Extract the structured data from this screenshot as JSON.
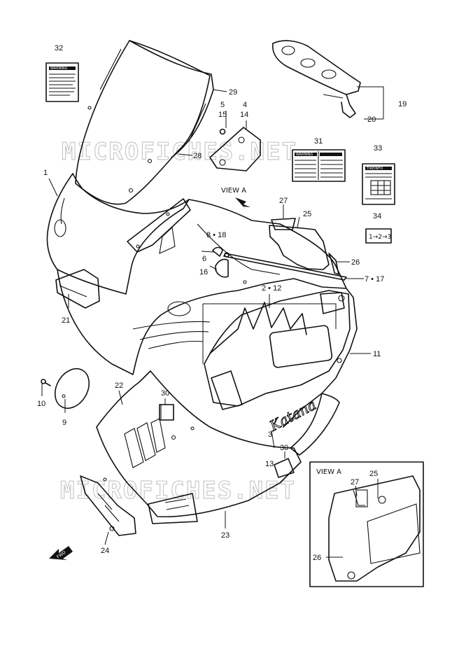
{
  "watermark": "MICROFICHES.NET",
  "view_label": "VIEW A",
  "inset_title": "VIEW A",
  "fwd_label": "FWD",
  "brand_script": "Katana",
  "label_32_header": "WARNING",
  "label_31_header": "WARNING",
  "label_33_header": "TIREINFO",
  "label_34_text": "1→2→3",
  "callouts": {
    "c1": "1",
    "c2_12": "2 • 12",
    "c3": "3",
    "c4": "4",
    "c5": "5",
    "c6": "6",
    "c7_17": "7 • 17",
    "c8_18": "8 • 18",
    "c9": "9",
    "c10": "10",
    "c11": "11",
    "c13": "13",
    "c14": "14",
    "c15": "15",
    "c16": "16",
    "c19": "19",
    "c20": "20",
    "c21": "21",
    "c22": "22",
    "c23": "23",
    "c24": "24",
    "c25": "25",
    "c26": "26",
    "c27": "27",
    "c28": "28",
    "c29": "29",
    "c30a": "30",
    "c30b": "30",
    "c31": "31",
    "c32": "32",
    "c33": "33",
    "c34": "34",
    "inset_25": "25",
    "inset_26": "26",
    "inset_27": "27"
  }
}
